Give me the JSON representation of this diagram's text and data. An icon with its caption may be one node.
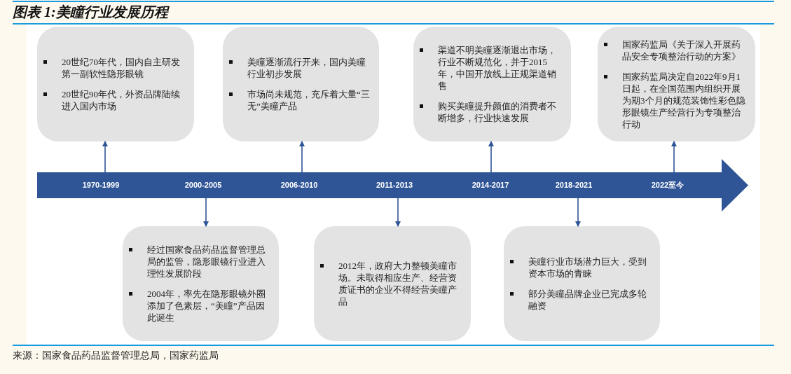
{
  "diagram": {
    "title": "图表 1:美瞳行业发展历程",
    "caption": "来源：国家食品药品监督管理总局，国家药监局",
    "nodes": [
      {
        "text": [],
        "shape": "arrow"
      },
      {
        "text": [
          "1970-1999"
        ],
        "in": 0
      },
      {
        "text": [
          "2000-2005"
        ],
        "in": 0
      },
      {
        "text": [
          "2006-2010"
        ],
        "in": 0
      },
      {
        "text": [
          "2011-2013"
        ],
        "in": 0
      },
      {
        "text": [
          "2014-2017"
        ],
        "in": 0
      },
      {
        "text": [
          "2018-2021"
        ],
        "in": 0
      },
      {
        "text": [
          "2022至今"
        ],
        "in": 0
      },
      {
        "text": [
          "20世纪70年代，国内自主研发第一副软性隐形眼镜",
          "20世纪90年代，外资品牌陆续进入国内市场"
        ]
      },
      {
        "text": [
          "经过国家食品药品监督管理总局的监管，隐形眼镜行业进入理性发展阶段",
          "2004年，率先在隐形眼镜外圈添加了色素层，“美瞳”产品因此诞生"
        ]
      },
      {
        "text": [
          "美瞳逐渐流行开来，国内美瞳行业初步发展",
          "市场尚未规范，充斥着大量“三无”美瞳产品"
        ]
      },
      {
        "text": [
          "2012年，政府大力整顿美瞳市场。未取得相应生产、经营资质证书的企业不得经营美瞳产品"
        ]
      },
      {
        "text": [
          "渠道不明美瞳逐渐退出市场，行业不断规范化，并于2015年，中国开放线上正规渠道销售",
          "购买美瞳提升颜值的消费者不断增多，行业快速发展"
        ]
      },
      {
        "text": [
          "美瞳行业市场潜力巨大，受到资本市场的青睐",
          "部分美瞳品牌企业已完成多轮融资"
        ]
      },
      {
        "text": [
          "国家药监局《关于深入开展药品安全专项整治行动的方案》",
          "国家药监局决定自2022年9月1日起，在全国范围内组织开展为期3个月的规范装饰性彩色隐形眼镜生产经营行为专项整治行动"
        ]
      }
    ],
    "edges": [
      {
        "from": 1,
        "to": 8,
        "arrow": "to"
      },
      {
        "from": 2,
        "to": 9,
        "arrow": "to"
      },
      {
        "from": 3,
        "to": 10,
        "arrow": "to"
      },
      {
        "from": 4,
        "to": 11,
        "arrow": "to"
      },
      {
        "from": 5,
        "to": 12,
        "arrow": "to"
      },
      {
        "from": 6,
        "to": 13,
        "arrow": "to"
      },
      {
        "from": 7,
        "to": 14,
        "arrow": "to"
      }
    ]
  }
}
